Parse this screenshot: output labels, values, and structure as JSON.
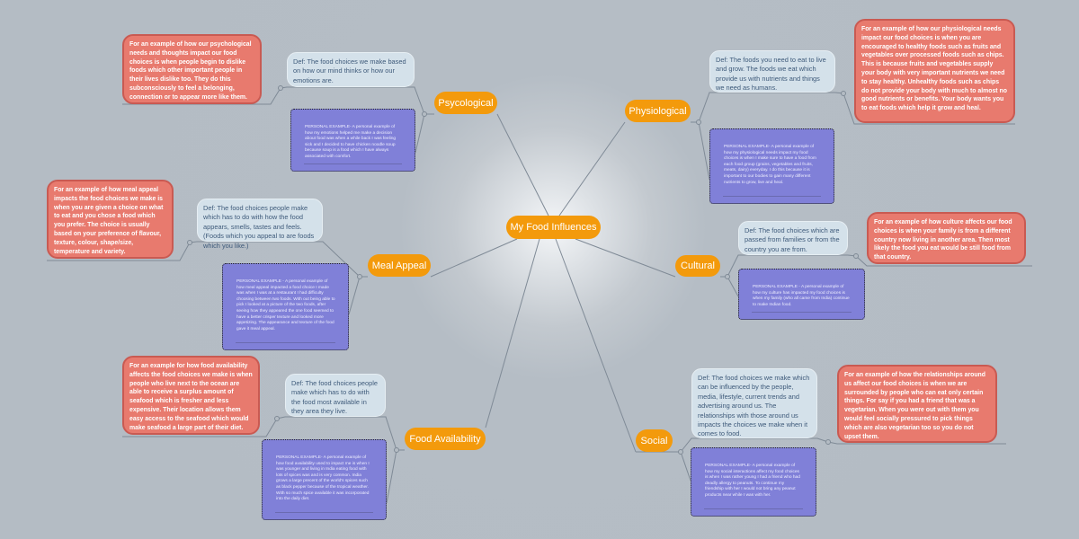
{
  "center": "My Food Influences",
  "branches": [
    {
      "label": "Psycological",
      "def": "Def: The food choices we make based on how our mind thinks or how our emotions are.",
      "example": "For an example of how our psychological needs and thoughts impact our food choices is when people begin to dislike foods which other important people in their lives dislike too. They do this subconsciously to feel a belonging, connection or to appear more like them.",
      "personal": "PERSONAL EXAMPLE- A personal example of how my emotions helped me make a decision about food was when a while back I was feeling sick and I decided to have chicken noodle soup because soup is a food which I have always associated with comfort."
    },
    {
      "label": "Physiological",
      "def": "Def: The foods you need to eat to live and grow. The foods we eat which provide us with nutrients and things we need as humans.",
      "example": "For an example of how our physiological needs impact our food choices is when you are encouraged to healthy foods such as fruits and vegetables over processed foods such as chips. This is because fruits and vegetables supply your body with very important nutrients we need to stay healthy. Unhealthy foods such as chips do not provide your body with much to almost no good nutrients or benefits. Your body wants you to eat foods which help it grow and heal.",
      "personal": "PERSONAL EXAMPLE- A personal example of how my physiological needs impact my food choices is when I make sure to have a food from each food group (grains, vegetables and fruits, meats, dairy) everyday. I do this because it is important to our bodies to gain many different nutrients to grow, live and heal."
    },
    {
      "label": "Meal Appeal",
      "def": "Def: The food choices people make which has to do with how the food appears, smells, tastes and feels. (Foods which you appeal to are foods which you like.)",
      "example": "For an example of how meal appeal impacts the food choices we make is when you are  given a choice on what to eat and you chose a food which you prefer. The choice is usually based on your preference of flavour, texture, colour, shape/size, temperature and variety.",
      "personal": "PERSONAL EXAMPLE - A personal example of how meal appeal impacted a food choice I made was when I was at a restaurant I had difficulty choosing between two foods. With out being able to pick I looked at a picture of the two foods, after seeing how they appeared the one food seemed to have a better crisper texture and looked more appetizing. The appearance and texture of the food gave it meal appeal."
    },
    {
      "label": "Cultural",
      "def": "Def: The food choices which are passed from families or from the country you are from.",
      "example": "For an example of how culture affects our food choices is when your family is from a different country now living in another area. Then most likely the food you eat would be still food from that country.",
      "personal": "PERSONAL EXAMPLE - A personal example of how my culture has impacted my food choices is when my family (who all came from India) continue to make Indian food."
    },
    {
      "label": "Food Availability",
      "def": "Def: The food choices people make which has to do with the food most available in they area they live.",
      "example": "For an example for how food availability affects the food choices we make is when people who live next to the ocean are able to receive a surplus amount of seafood which is fresher and less expensive. Their location allows them easy access to the seafood which would make seafood a large part of their diet.",
      "personal": "PERSONAL EXAMPLE- A personal example of how food availability used to impact me is when I was younger and living in India eating food with lots of spices was and is very common. India grows a large precent of the world's spices such as black pepper because of the tropical weather. With so much spice available it was incorporated into the daily diet."
    },
    {
      "label": "Social",
      "def": "Def: The food choices we make which can be influenced by the people, media, lifestyle, current trends and advertising around us. The relationships with those around us impacts the choices we make when it comes to food.",
      "example": "For an example of how the relationships around us affect our food choices is when we are surrounded by people who can eat only certain things. For say if you had a friend that was a vegetarian. When you were out with them you would feel socially pressured to pick things which are also vegetarian too so you do not upset them.",
      "personal": "PERSONAL EXAMPLE-  A personal example of how my social interactions affect my food choices is when I was rather young I had a friend who had deadly allergy to peanuts. To continue my friendship with her I would not bring any peanut products near while I was with her."
    }
  ]
}
